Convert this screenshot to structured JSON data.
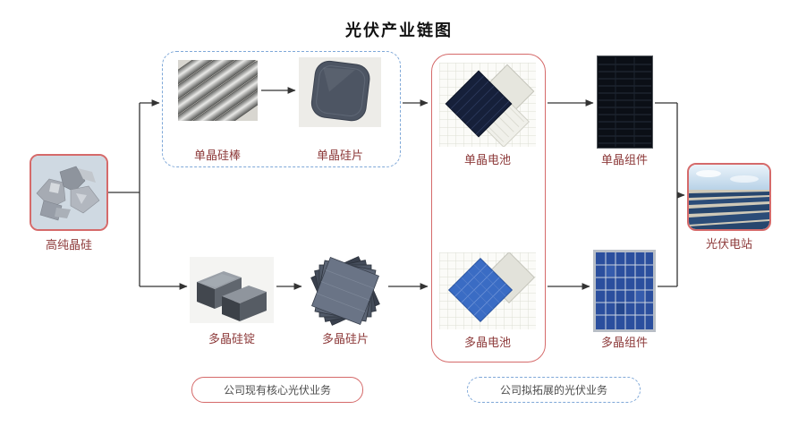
{
  "title": "光伏产业链图",
  "nodes": {
    "silicon": {
      "label": "高纯晶硅",
      "icon": "polysilicon-chunks-photo"
    },
    "mono_rod": {
      "label": "单晶硅棒",
      "icon": "mono-silicon-rods-photo"
    },
    "mono_wafer": {
      "label": "单晶硅片",
      "icon": "mono-silicon-wafer-photo"
    },
    "mono_cell": {
      "label": "单晶电池",
      "icon": "mono-solar-cell-photo"
    },
    "mono_module": {
      "label": "单晶组件",
      "icon": "mono-solar-module-photo"
    },
    "poly_ingot": {
      "label": "多晶硅锭",
      "icon": "poly-silicon-ingot-photo"
    },
    "poly_wafer": {
      "label": "多晶硅片",
      "icon": "poly-silicon-wafers-photo"
    },
    "poly_cell": {
      "label": "多晶电池",
      "icon": "poly-solar-cell-photo"
    },
    "poly_module": {
      "label": "多晶组件",
      "icon": "poly-solar-module-photo"
    },
    "station": {
      "label": "光伏电站",
      "icon": "pv-power-station-photo"
    }
  },
  "legend": {
    "existing": {
      "label": "公司现有核心光伏业务"
    },
    "planned": {
      "label": "公司拟拓展的光伏业务"
    }
  },
  "colors": {
    "existing_border": "#d56a6a",
    "planned_border": "#7fa8d8",
    "label_color": "#8d3a3a",
    "legend_text": "#4d4d4d",
    "arrow": "#333333"
  }
}
